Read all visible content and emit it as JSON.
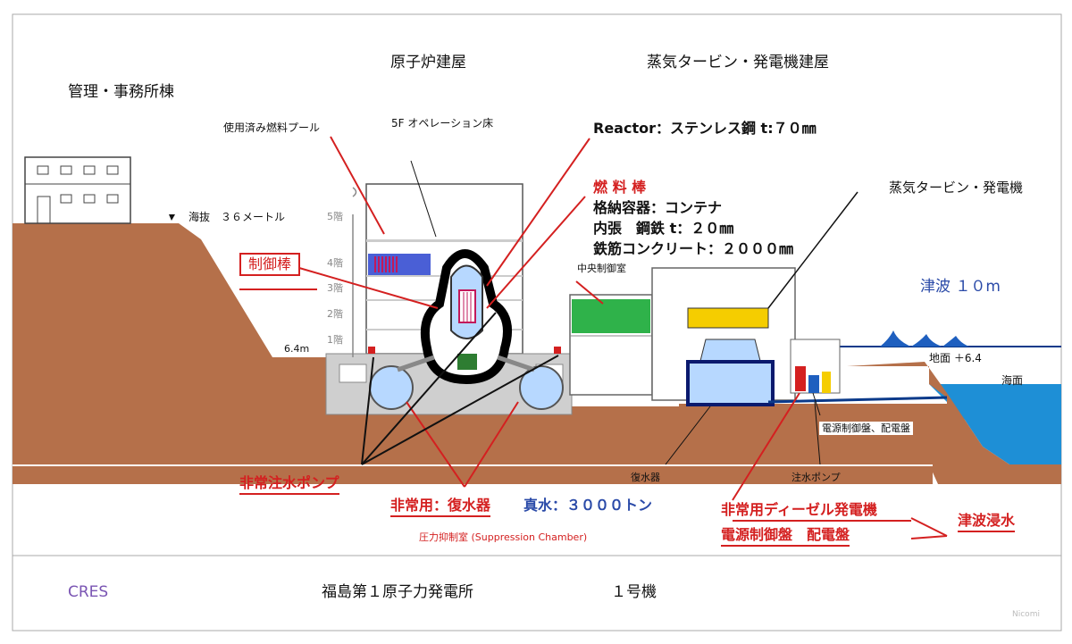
{
  "labels": {
    "admin_building": "管理・事務所棟",
    "reactor_building": "原子炉建屋",
    "turbine_building": "蒸気タービン・発電機建屋",
    "spent_fuel_pool": "使用済み燃料プール",
    "operation_floor": "5F オペレーション床",
    "reactor_spec": "Reactor：ステンレス鋼 t:７０㎜",
    "fuel_rod": "燃 料 棒",
    "containment": "格納容器：コンテナ",
    "liner": "内張　鋼鉄 t：２０㎜",
    "concrete": "鉄筋コンクリート：２０００㎜",
    "turbine_generator": "蒸気タービン・発電機",
    "altitude": "海抜　３６メートル",
    "control_rod": "制御棒",
    "central_control": "中央制御室",
    "tsunami": "津波 １０m",
    "floor_5": "5階",
    "floor_4": "4階",
    "floor_3": "3階",
    "floor_2": "2階",
    "floor_1": "1階",
    "level_64": "6.4m",
    "ground_level": "地面 ＋6.4",
    "sea_level": "海面",
    "power_panel_small": "電源制御盤、配電盤",
    "condenser": "復水器",
    "water_pump": "注水ポンプ",
    "emergency_pump": "非常注水ポンプ",
    "emergency_condenser": "非常用：復水器",
    "fresh_water": "真水：３０００トン",
    "suppression": "圧力抑制室 (Suppression Chamber)",
    "diesel": "非常用ディーゼル発電機",
    "power_panel": "電源制御盤　配電盤",
    "flooded": "津波浸水",
    "cres": "CRES",
    "plant_name": "福島第１原子力発電所",
    "unit": "１号機",
    "watermark": "Nicomi"
  },
  "colors": {
    "earth": "#b5704a",
    "sea": "#1e8fd6",
    "accent_red": "#d42020",
    "accent_blue": "#2a4aa8",
    "control_room": "#2fb24a",
    "pool": "#4a5fd6",
    "generator": "#f5cd00",
    "building_gray": "#c8c8c8"
  }
}
